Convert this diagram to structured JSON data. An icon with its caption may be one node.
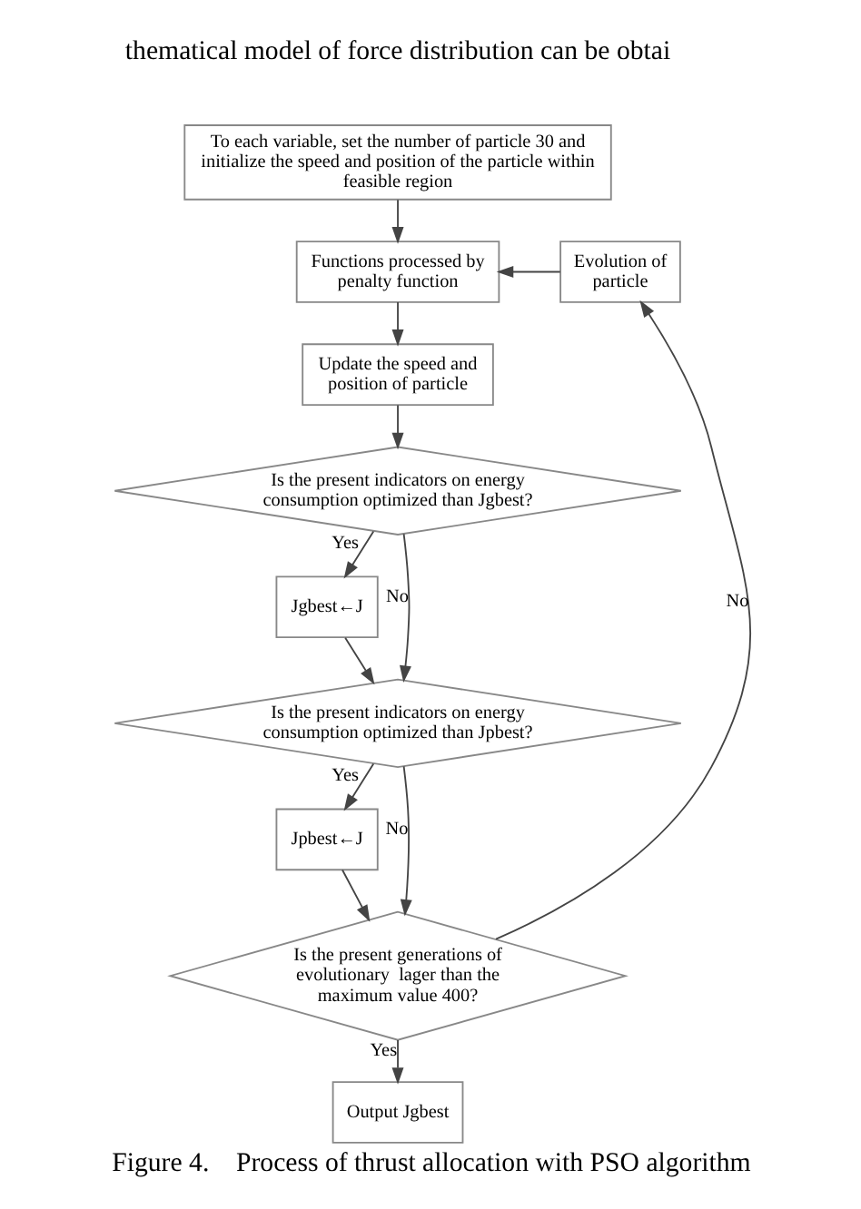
{
  "diagram": {
    "caption": "Figure 4.    Process of thrust allocation with PSO algorithm",
    "nodes": [
      {
        "text": [
          "To each variable, set the number of particle 30 and initialize the speed and position of the particle within feasible region"
        ]
      },
      {
        "text": [
          "Functions processed by penalty function"
        ]
      },
      {
        "text": [
          "Evolution of particle"
        ]
      },
      {
        "text": [
          "Update the speed and position of particle"
        ]
      },
      {
        "text": [
          "Is the present indicators on energy consumption optimized than Jgbest?"
        ]
      },
      {
        "text": [
          "Jgbest←J"
        ]
      },
      {
        "text": [
          "Is the present indicators on energy consumption optimized than Jpbest?"
        ]
      },
      {
        "text": [
          "Jpbest←J"
        ]
      },
      {
        "text": [
          "Is the present generations of evolutionary  lager than the maximum value 400?"
        ]
      },
      {
        "text": [
          "Output Jgbest"
        ]
      }
    ],
    "edges": [
      {
        "from": 0,
        "to": 1,
        "arrow": "to"
      },
      {
        "from": 2,
        "to": 1,
        "arrow": "to"
      },
      {
        "from": 1,
        "to": 3,
        "arrow": "to"
      },
      {
        "from": 3,
        "to": 4,
        "arrow": "to"
      },
      {
        "from": 4,
        "to": 5,
        "arrow": "to",
        "label": "Yes"
      },
      {
        "from": 4,
        "to": 6,
        "arrow": "to",
        "label": "No"
      },
      {
        "from": 5,
        "to": 6,
        "arrow": "to"
      },
      {
        "from": 6,
        "to": 7,
        "arrow": "to",
        "label": "Yes"
      },
      {
        "from": 6,
        "to": 8,
        "arrow": "to",
        "label": "No"
      },
      {
        "from": 7,
        "to": 8,
        "arrow": "to"
      },
      {
        "from": 8,
        "to": 9,
        "arrow": "to",
        "label": "Yes"
      },
      {
        "from": 8,
        "to": 2,
        "arrow": "to",
        "label": "No"
      }
    ],
    "labels": [
      "thematical model of force distribution can be obtai"
    ]
  }
}
